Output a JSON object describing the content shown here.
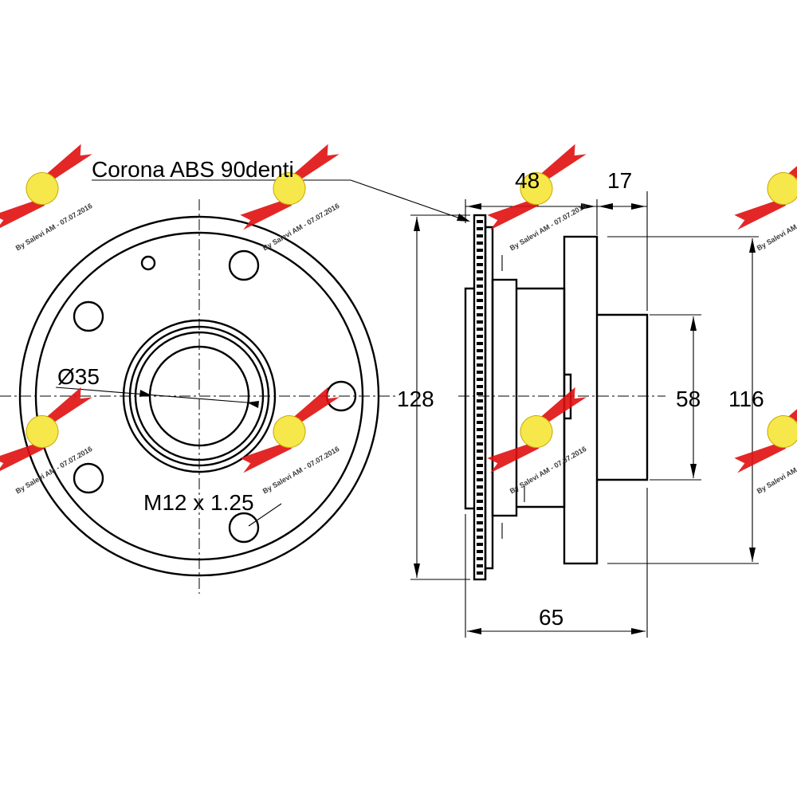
{
  "labels": {
    "abs_ring": "Corona ABS 90denti",
    "bore_diameter": "Ø35",
    "thread": "M12 x 1.25"
  },
  "dimensions": {
    "flange_diameter": "128",
    "depth_to_flange": "48",
    "flange_thickness": "17",
    "pilot_diameter": "58",
    "hub_outer_diameter": "116",
    "total_length": "65"
  },
  "watermark": {
    "text": "By Salevi AM - 07.07.2016",
    "colors": {
      "wing": "#e01010",
      "disc": "#f6e84a"
    }
  }
}
